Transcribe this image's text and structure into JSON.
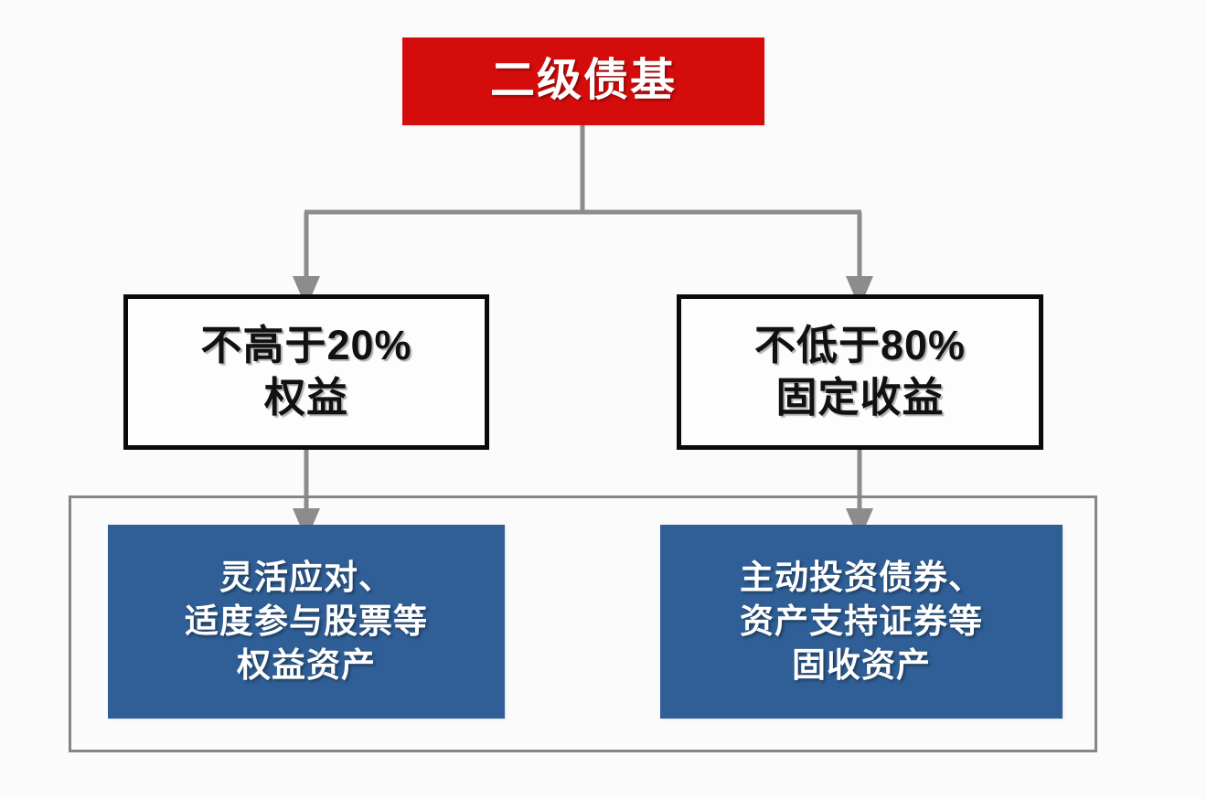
{
  "diagram": {
    "title": "二级债基结构图",
    "colors": {
      "background": "#fbfbfb",
      "root_fill": "#d40c0c",
      "root_text": "#ffffff",
      "mid_border": "#0a0a0a",
      "mid_text": "#111111",
      "leaf_fill": "#2f5f96",
      "leaf_text": "#ffffff",
      "connector": "#8c8c8c",
      "frame_border": "#858585"
    },
    "root": {
      "label": "二级债基"
    },
    "mid_nodes": [
      {
        "id": "equity-limit",
        "lines": [
          "不高于20%",
          "权益"
        ]
      },
      {
        "id": "fixed-income-limit",
        "lines": [
          "不低于80%",
          "固定收益"
        ]
      }
    ],
    "leaf_nodes": [
      {
        "id": "equity-strategy",
        "lines": [
          "灵活应对、",
          "适度参与股票等",
          "权益资产"
        ]
      },
      {
        "id": "fixed-income-strategy",
        "lines": [
          "主动投资债券、",
          "资产支持证券等",
          "固收资产"
        ]
      }
    ],
    "connectors": {
      "root_to_split_label": "root-stem",
      "split_bar_label": "horizontal-split-bar",
      "arrow_left_label": "arrow-to-equity-limit",
      "arrow_right_label": "arrow-to-fixed-income-limit",
      "arrow_leaf_left_label": "arrow-to-equity-strategy",
      "arrow_leaf_right_label": "arrow-to-fixed-income-strategy"
    }
  }
}
